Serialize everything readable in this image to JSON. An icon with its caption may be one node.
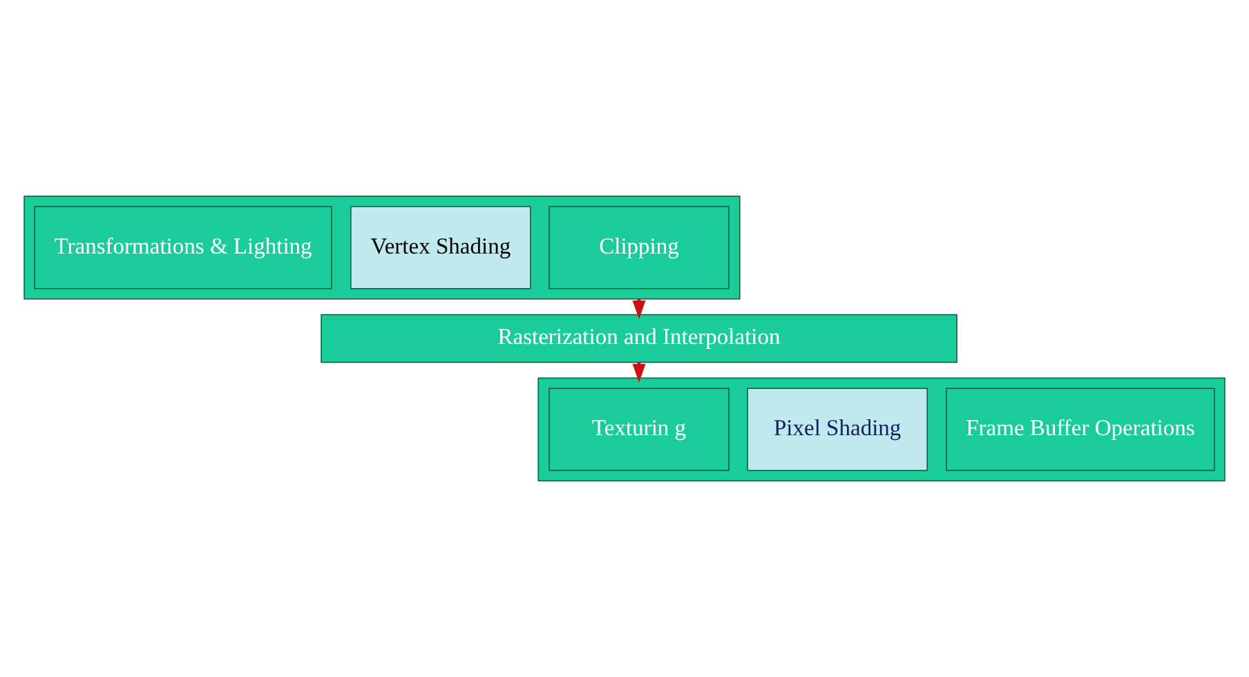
{
  "diagram": {
    "nodes": [
      {
        "text": [],
        "shape": "box"
      },
      {
        "text": [
          "Transformations & Lighting"
        ],
        "in": 0
      },
      {
        "text": [
          "Vertex Shading"
        ],
        "in": 0
      },
      {
        "text": [
          "Clipping"
        ],
        "in": 0
      },
      {
        "text": [
          "Rasterization and Interpolation"
        ]
      },
      {
        "text": [],
        "shape": "box"
      },
      {
        "text": [
          "Texturin g"
        ],
        "in": 5
      },
      {
        "text": [
          "Pixel Shading"
        ],
        "in": 5
      },
      {
        "text": [
          "Frame Buffer Operations"
        ],
        "in": 5
      }
    ],
    "edges": [
      {
        "from": 0,
        "to": 4,
        "arrow": "to"
      },
      {
        "from": 4,
        "to": 5,
        "arrow": "to"
      }
    ]
  }
}
